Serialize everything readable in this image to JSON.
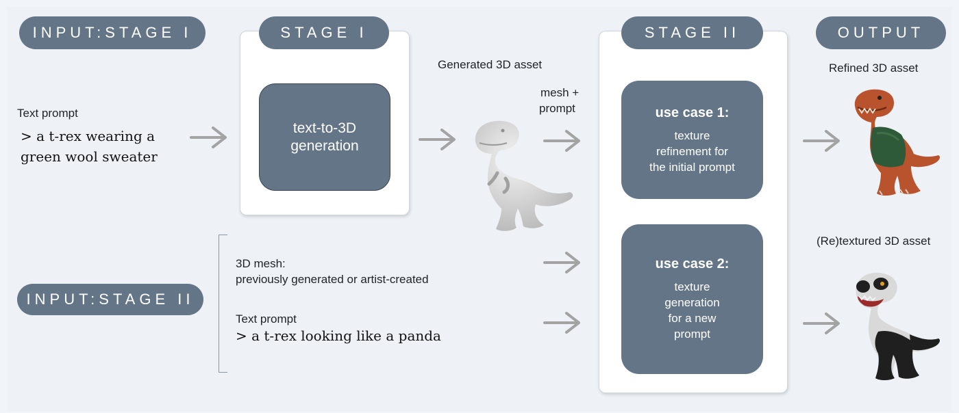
{
  "pills": {
    "input_stage1": "INPUT:STAGE I",
    "stage1": "STAGE I",
    "stage2": "STAGE II",
    "output": "OUTPUT",
    "input_stage2": "INPUT:STAGE II"
  },
  "input1": {
    "label": "Text prompt",
    "prompt_line1": "> a t-rex wearing a",
    "prompt_line2": "green wool sweater"
  },
  "stage1_box": {
    "line1": "text-to-3D",
    "line2": "generation"
  },
  "generated_label": "Generated 3D asset",
  "mesh_prompt_label": {
    "line1": "mesh +",
    "line2": "prompt"
  },
  "use_case1": {
    "title": "use case 1:",
    "line1": "texture",
    "line2": "refinement for",
    "line3": "the initial prompt"
  },
  "use_case2": {
    "title": "use case 2:",
    "line1": "texture",
    "line2": "generation",
    "line3": "for a new",
    "line4": "prompt"
  },
  "output1_label": "Refined 3D asset",
  "output2_label": "(Re)textured 3D asset",
  "input2": {
    "mesh_label": "3D mesh:",
    "mesh_desc": "previously generated or artist-created",
    "prompt_label": "Text prompt",
    "prompt": "> a t-rex looking like a panda"
  },
  "colors": {
    "box": "#637587",
    "arrow": "#a3a3a3",
    "background": "#eef2f7"
  },
  "icons": [
    "arrow-right-icon",
    "trex-white-icon",
    "trex-sweater-icon",
    "trex-panda-icon"
  ]
}
